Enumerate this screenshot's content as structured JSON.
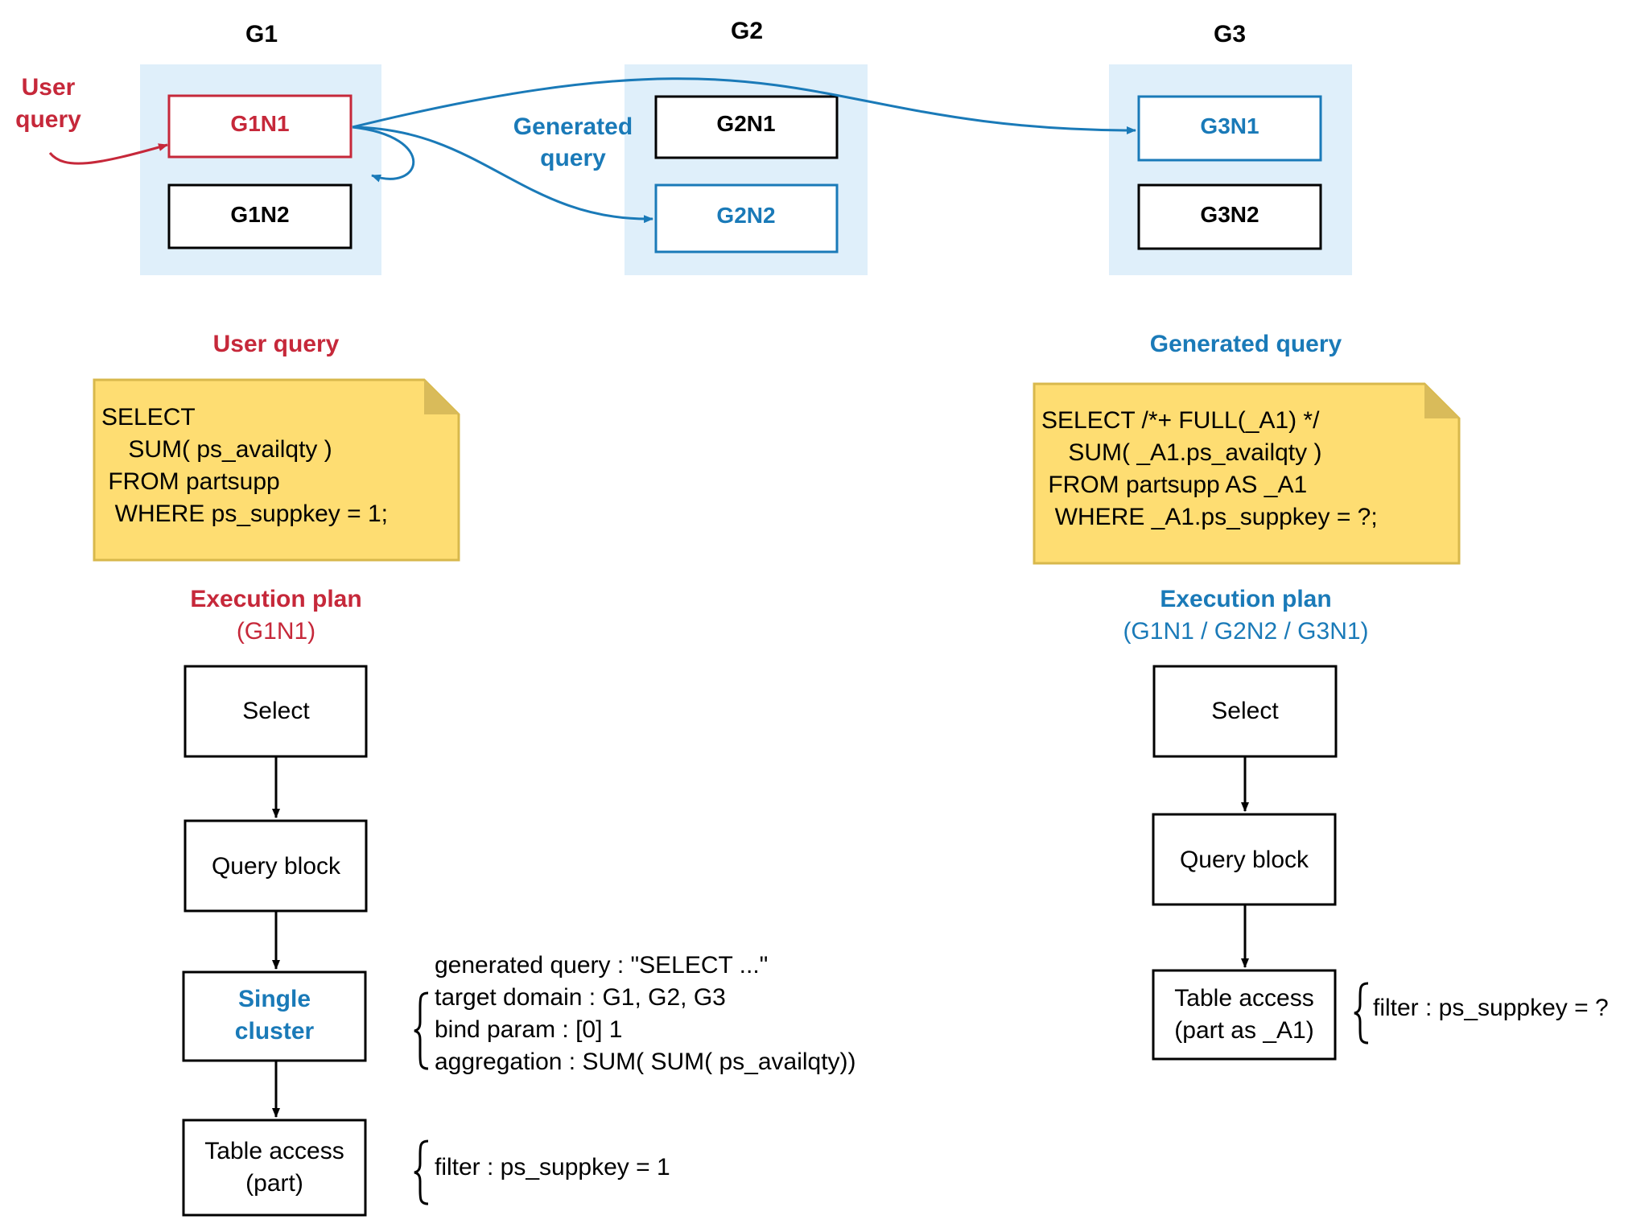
{
  "colors": {
    "red": "#c6283a",
    "blue": "#1a7ab8",
    "black": "#000000",
    "group_fill": "#dfeffa",
    "note_fill": "#fedd72",
    "note_border": "#d8b84c",
    "note_fold": "#d9bb5a"
  },
  "groups": [
    {
      "label": "G1",
      "nodes": [
        {
          "label": "G1N1",
          "style": "red"
        },
        {
          "label": "G1N2",
          "style": "black"
        }
      ]
    },
    {
      "label": "G2",
      "nodes": [
        {
          "label": "G2N1",
          "style": "black"
        },
        {
          "label": "G2N2",
          "style": "blue"
        }
      ]
    },
    {
      "label": "G3",
      "nodes": [
        {
          "label": "G3N1",
          "style": "blue"
        },
        {
          "label": "G3N2",
          "style": "black"
        }
      ]
    }
  ],
  "side_labels": {
    "user_query": [
      "User",
      "query"
    ],
    "generated_query": [
      "Generated",
      "query"
    ]
  },
  "left_panel": {
    "heading": "User query",
    "sql": [
      "SELECT",
      "    SUM( ps_availqty )",
      " FROM partsupp",
      "  WHERE ps_suppkey = 1;"
    ],
    "plan_title": "Execution plan",
    "plan_subtitle": "(G1N1)",
    "plan_nodes": [
      {
        "lines": [
          "Select"
        ],
        "style": "black"
      },
      {
        "lines": [
          "Query block"
        ],
        "style": "black"
      },
      {
        "lines": [
          "Single",
          "cluster"
        ],
        "style": "blue-bold"
      },
      {
        "lines": [
          "Table access",
          "(part)"
        ],
        "style": "black"
      }
    ],
    "cluster_details": [
      "generated query : \"SELECT ...\"",
      "target domain : G1, G2, G3",
      "bind param : [0] 1",
      "aggregation : SUM( SUM( ps_availqty))"
    ],
    "table_filter": "filter : ps_suppkey = 1"
  },
  "right_panel": {
    "heading": "Generated query",
    "sql": [
      "SELECT /*+ FULL(_A1) */",
      "    SUM( _A1.ps_availqty )",
      " FROM partsupp AS _A1",
      "  WHERE _A1.ps_suppkey = ?;"
    ],
    "plan_title": "Execution plan",
    "plan_subtitle": "(G1N1 / G2N2 / G3N1)",
    "plan_nodes": [
      {
        "lines": [
          "Select"
        ],
        "style": "black"
      },
      {
        "lines": [
          "Query block"
        ],
        "style": "black"
      },
      {
        "lines": [
          "Table access",
          "(part as _A1)"
        ],
        "style": "black"
      }
    ],
    "table_filter": "filter : ps_suppkey = ?"
  }
}
